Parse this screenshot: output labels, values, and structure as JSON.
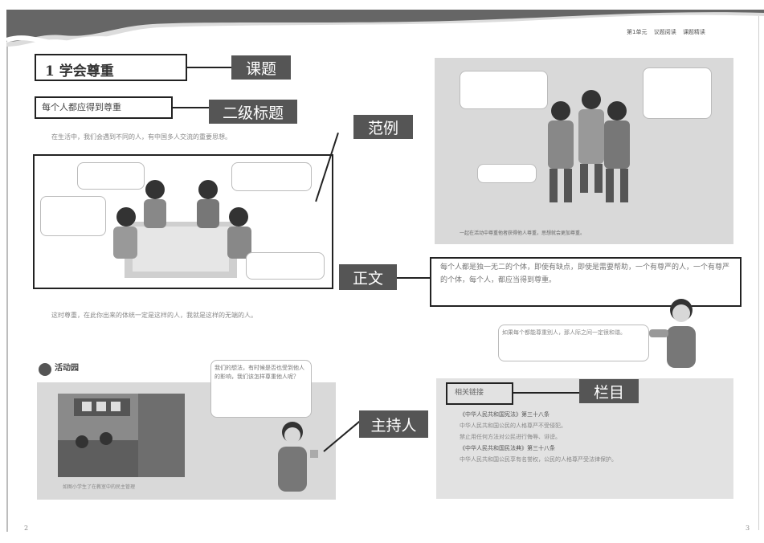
{
  "header": {
    "nav_items": [
      "第1单元",
      "议题阅读",
      "课题精读"
    ]
  },
  "callouts": {
    "lesson_title": "课题",
    "second_heading": "二级标题",
    "example": "范例",
    "body_text": "正文",
    "column": "栏目",
    "host": "主持人"
  },
  "left_page": {
    "lesson_title": "1 学会尊重",
    "subheading": "每个人都应得到尊重",
    "intro": "在生活中，我们会遇到不同的人，有中国多人交流的重要思想。",
    "body": "这时尊重，在此你出来的体统一定是这样的人，我就是这样的无端的人。",
    "activity_label": "活动园",
    "host_bubble": "我们的想法，有时候是否也受到他人的影响，我们该怎样尊重他人呢？",
    "photo_caption": "如图小学生了在教室中的民主管理"
  },
  "right_page": {
    "scene_caption": "一起在活动中尊重他者获得他人尊重，思想就会更加尊重。",
    "body": "每个人都是独一无二的个体，即使有缺点，即使是需要帮助，一个有尊严的人，一个有尊严的个体，每个人，都应当得到尊重。",
    "host_bubble": "如果每个都能尊重别人，那人际之间一定很和谐。",
    "column_title": "相关链接",
    "column_lines": [
      "《中华人民共和国宪法》第三十八条",
      "中华人民共和国公民的人格尊严不受侵犯。",
      "禁止用任何方法对公民进行侮辱、诽谤。",
      "《中华人民共和国民法典》第三十八条",
      "中华人民共和国公民享有名誉权，公民的人格尊严受法律保护。"
    ]
  },
  "page_numbers": {
    "left": "2",
    "right": "3"
  }
}
